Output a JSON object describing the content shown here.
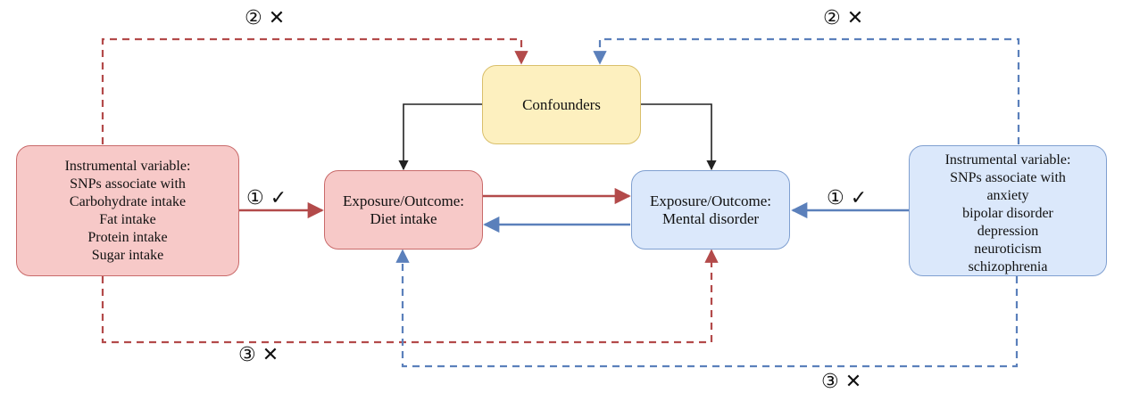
{
  "colors": {
    "red_path": "#b34a4a",
    "blue_path": "#5b80bb",
    "black": "#222222",
    "red_box_fill": "#f7c9c8",
    "blue_box_fill": "#dbe8fb",
    "yellow_box_fill": "#fdf0bf"
  },
  "nodes": {
    "left_iv": {
      "title": "Instrumental variable:",
      "lines": [
        "SNPs associate with",
        "Carbohydrate intake",
        "Fat intake",
        "Protein intake",
        "Sugar intake"
      ]
    },
    "confounders": {
      "label": "Confounders"
    },
    "diet": {
      "line1": "Exposure/Outcome:",
      "line2": "Diet intake"
    },
    "mental": {
      "line1": "Exposure/Outcome:",
      "line2": "Mental disorder"
    },
    "right_iv": {
      "title": "Instrumental variable:",
      "lines": [
        "SNPs associate with",
        "anxiety",
        "bipolar disorder",
        "depression",
        "neuroticism",
        "schizophrenia"
      ]
    }
  },
  "labels": {
    "left_one": "① ✓",
    "right_one": "① ✓",
    "top_left_two": "② ✕",
    "top_right_two": "② ✕",
    "bottom_left_three": "③ ✕",
    "bottom_right_three": "③ ✕"
  }
}
